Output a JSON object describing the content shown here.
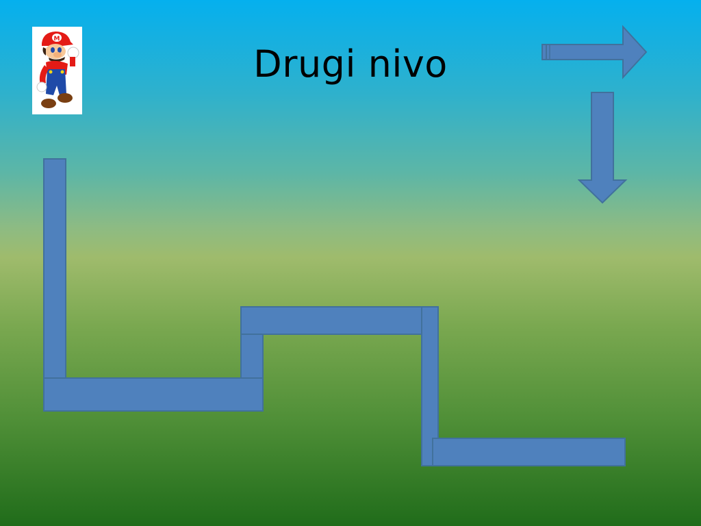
{
  "slide": {
    "title": "Drugi nivo"
  },
  "character": {
    "name": "mario",
    "icon": "mario-icon",
    "badge_letter": "M"
  },
  "colors": {
    "path_fill": "#4f81bd",
    "path_stroke": "#41719c",
    "sky_top": "#05b0ee",
    "ground_bottom": "#206c1a"
  },
  "arrows": [
    {
      "name": "right-arrow",
      "direction": "right"
    },
    {
      "name": "down-arrow",
      "direction": "down"
    }
  ],
  "path_segments": [
    "vertical-start",
    "horizontal-bottom-left",
    "step-up",
    "horizontal-top-middle",
    "vertical-drop",
    "horizontal-bottom-right"
  ]
}
